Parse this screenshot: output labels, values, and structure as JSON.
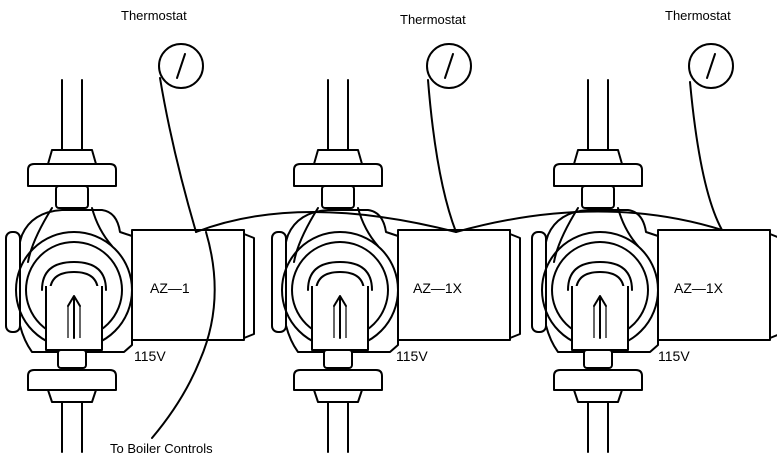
{
  "thermostat_label": "Thermostat",
  "to_boiler_label": "To Boiler Controls",
  "units": [
    {
      "model": "AZ—1",
      "voltage": "115V"
    },
    {
      "model": "AZ—1X",
      "voltage": "115V"
    },
    {
      "model": "AZ—1X",
      "voltage": "115V"
    }
  ]
}
